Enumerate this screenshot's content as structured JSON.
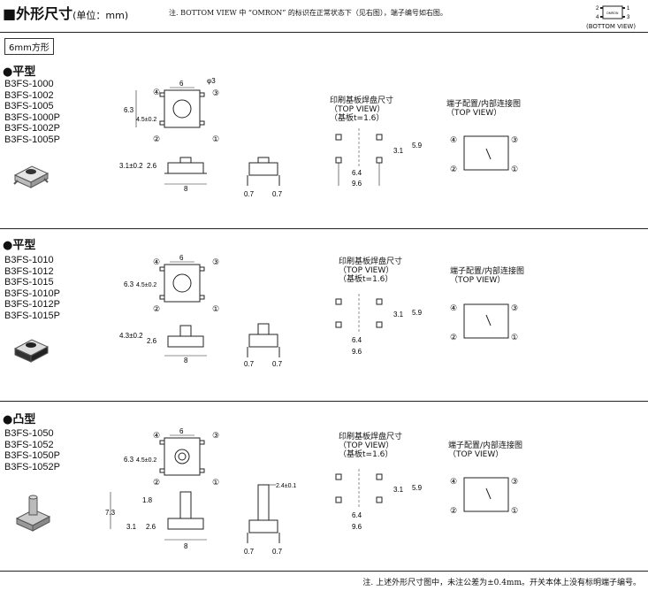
{
  "header": {
    "title_mark": "■",
    "title": "外形尺寸",
    "unit": "(单位：mm)",
    "note": "注. BOTTOM VIEW 中 “OMRON” 的标识在正常状态下（见右图），端子编号如右图。",
    "bottom_view_label": "(BOTTOM VIEW)",
    "bottom_view_numbers": [
      "2",
      "1",
      "4",
      "3"
    ],
    "bottom_view_logo": "OMRON"
  },
  "size_tag": "6mm方形",
  "sections": [
    {
      "type": "●平型",
      "models": [
        "B3FS-1000",
        "B3FS-1002",
        "B3FS-1005",
        "B3FS-1000P",
        "B3FS-1002P",
        "B3FS-1005P"
      ],
      "dims": {
        "w": "6",
        "d3": "φ3",
        "h63": "6.3",
        "h45": "4.5±0.2",
        "side_h": "3.1±0.2",
        "side_b": "2.6",
        "width8": "8",
        "pin": "0.7"
      },
      "pcb_caption": [
        "印刷基板焊盘尺寸",
        "（TOP VIEW）",
        "（基板t=1.6）"
      ],
      "pcb_dims": {
        "a": "3.1",
        "b": "5.9",
        "c": "6.4",
        "d": "9.6"
      },
      "conn_caption": [
        "端子配置/内部连接图",
        "（TOP VIEW）"
      ]
    },
    {
      "type": "●平型",
      "models": [
        "B3FS-1010",
        "B3FS-1012",
        "B3FS-1015",
        "B3FS-1010P",
        "B3FS-1012P",
        "B3FS-1015P"
      ],
      "dims": {
        "w": "6",
        "d3": "",
        "h63": "6.3",
        "h45": "4.5±0.2",
        "side_h": "4.3±0.2",
        "side_b": "2.6",
        "width8": "8",
        "pin": "0.7"
      },
      "pcb_caption": [
        "印刷基板焊盘尺寸",
        "（TOP VIEW）",
        "（基板t=1.6）"
      ],
      "pcb_dims": {
        "a": "3.1",
        "b": "5.9",
        "c": "6.4",
        "d": "9.6"
      },
      "conn_caption": [
        "端子配置/内部连接图",
        "（TOP VIEW）"
      ]
    },
    {
      "type": "●凸型",
      "models": [
        "B3FS-1050",
        "B3FS-1052",
        "B3FS-1050P",
        "B3FS-1052P"
      ],
      "dims": {
        "w": "6",
        "d3": "",
        "h63": "6.3",
        "h45": "4.5±0.2",
        "side_h": "7.3",
        "side_b": "2.6",
        "side_c": "3.1",
        "side_t": "1.8",
        "stem": "2.4±0.1",
        "width8": "8",
        "pin": "0.7"
      },
      "pcb_caption": [
        "印刷基板焊盘尺寸",
        "（TOP VIEW）",
        "（基板t=1.6）"
      ],
      "pcb_dims": {
        "a": "3.1",
        "b": "5.9",
        "c": "6.4",
        "d": "9.6"
      },
      "conn_caption": [
        "端子配置/内部连接图",
        "（TOP VIEW）"
      ]
    }
  ],
  "terminals": [
    "④",
    "③",
    "②",
    "①"
  ],
  "footer": "注. 上述外形尺寸图中，未注公差为±0.4mm。开关本体上没有标明端子编号。"
}
